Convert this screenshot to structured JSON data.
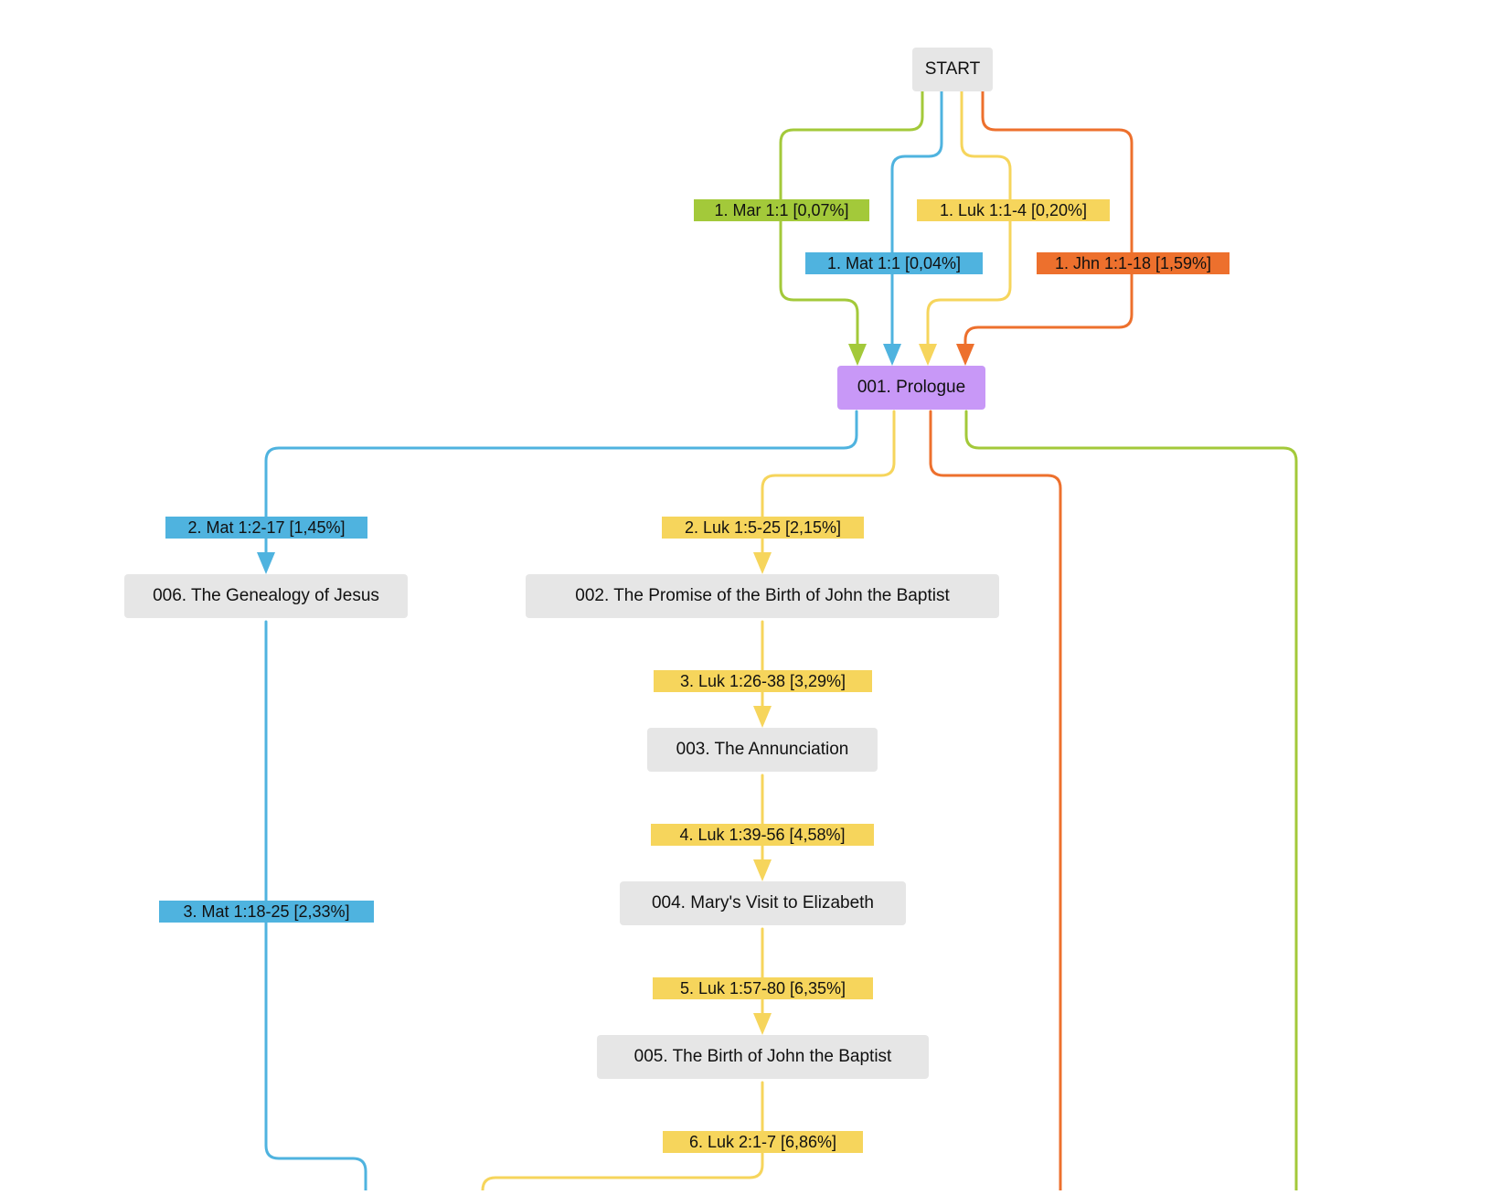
{
  "colors": {
    "mat": "#4fb3df",
    "mar": "#a3c93a",
    "luk": "#f6d55c",
    "jhn": "#ed702d",
    "node_default": "#e6e6e6",
    "node_prologue": "#c898f7"
  },
  "nodes": {
    "start": "START",
    "prologue": "001. Prologue",
    "genealogy": "006. The Genealogy of Jesus",
    "promise": "002. The Promise of the Birth of John the Baptist",
    "annunciation": "003. The Annunciation",
    "visit": "004. Mary's Visit to Elizabeth",
    "birth_john": "005. The Birth of John the Baptist"
  },
  "edges": {
    "mar_1": "1. Mar 1:1 [0,07%]",
    "mat_1": "1. Mat 1:1 [0,04%]",
    "luk_1": "1. Luk 1:1-4 [0,20%]",
    "jhn_1": "1. Jhn 1:1-18 [1,59%]",
    "mat_2": "2. Mat 1:2-17 [1,45%]",
    "luk_2": "2. Luk 1:5-25 [2,15%]",
    "luk_3": "3. Luk 1:26-38 [3,29%]",
    "mat_3": "3. Mat 1:18-25 [2,33%]",
    "luk_4": "4. Luk 1:39-56 [4,58%]",
    "luk_5": "5. Luk 1:57-80 [6,35%]",
    "luk_6": "6. Luk 2:1-7 [6,86%]"
  }
}
